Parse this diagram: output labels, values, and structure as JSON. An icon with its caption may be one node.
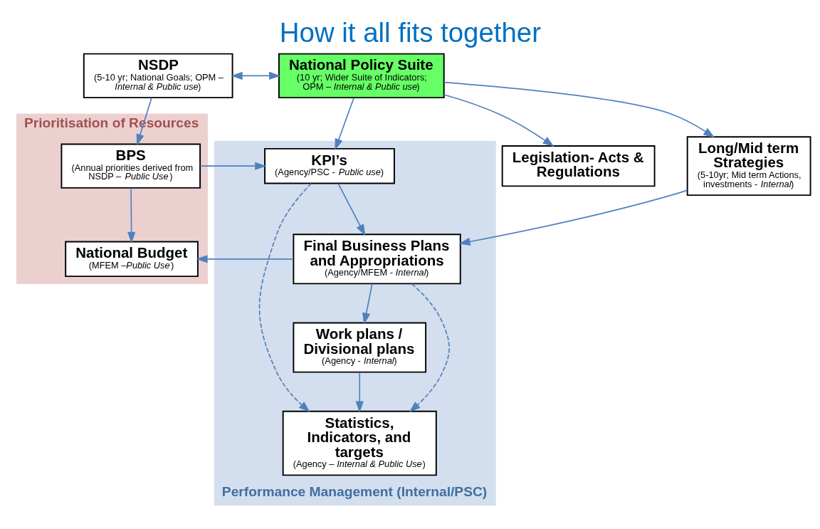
{
  "diagram": {
    "title": "How it all fits together",
    "nodes": [
      {
        "text": [
          "Prioritisation of Resources"
        ]
      },
      {
        "text": [
          "Performance Management (Internal/PSC)"
        ]
      },
      {
        "text": [
          "NSDP",
          "(5-10 yr; National Goals; OPM – *Internal & Public use*)"
        ]
      },
      {
        "text": [
          "National Policy Suite",
          "(10 yr; Wider Suite of Indicators; OPM – *Internal & Public use*)"
        ]
      },
      {
        "text": [
          "Legislation- Acts & Regulations"
        ]
      },
      {
        "text": [
          "Long/Mid term Strategies",
          "(5-10yr; Mid term Actions, investments - *Internal*)"
        ]
      },
      {
        "text": [
          "BPS",
          "(Annual priorities derived from NSDP – *Public Use*)"
        ],
        "in": 0
      },
      {
        "text": [
          "KPI’s",
          "(Agency/PSC - *Public use*)"
        ],
        "in": 1
      },
      {
        "text": [
          "Final Business Plans and Appropriations",
          "(Agency/MFEM - *Internal*)"
        ],
        "in": 1
      },
      {
        "text": [
          "National Budget",
          "(MFEM –*Public Use*)"
        ],
        "in": 0
      },
      {
        "text": [
          "Statistics, Indicators, and targets",
          "(Agency – *Internal & Public Use*)"
        ],
        "in": 1
      },
      {
        "text": [
          "Work plans / Divisional plans",
          "(Agency - *Internal*)"
        ],
        "in": 1
      }
    ],
    "edges": [
      {
        "from": 2,
        "to": 3,
        "arrow": "both"
      },
      {
        "from": 3,
        "to": 4,
        "arrow": "to"
      },
      {
        "from": 3,
        "to": 5,
        "arrow": "to"
      },
      {
        "from": 2,
        "to": 6,
        "arrow": "to"
      },
      {
        "from": 3,
        "to": 7,
        "arrow": "to"
      },
      {
        "from": 5,
        "to": 8,
        "arrow": "to"
      },
      {
        "from": 6,
        "to": 7,
        "arrow": "to"
      },
      {
        "from": 7,
        "to": 8,
        "arrow": "to"
      },
      {
        "from": 6,
        "to": 9,
        "arrow": "to"
      },
      {
        "from": 8,
        "to": 9,
        "arrow": "to"
      },
      {
        "from": 7,
        "to": 10,
        "arrow": "to",
        "style": "dashed"
      },
      {
        "from": 8,
        "to": 10,
        "arrow": "to",
        "style": "dashed"
      },
      {
        "from": 8,
        "to": 11,
        "arrow": "to"
      },
      {
        "from": 11,
        "to": 10,
        "arrow": "to"
      }
    ]
  }
}
